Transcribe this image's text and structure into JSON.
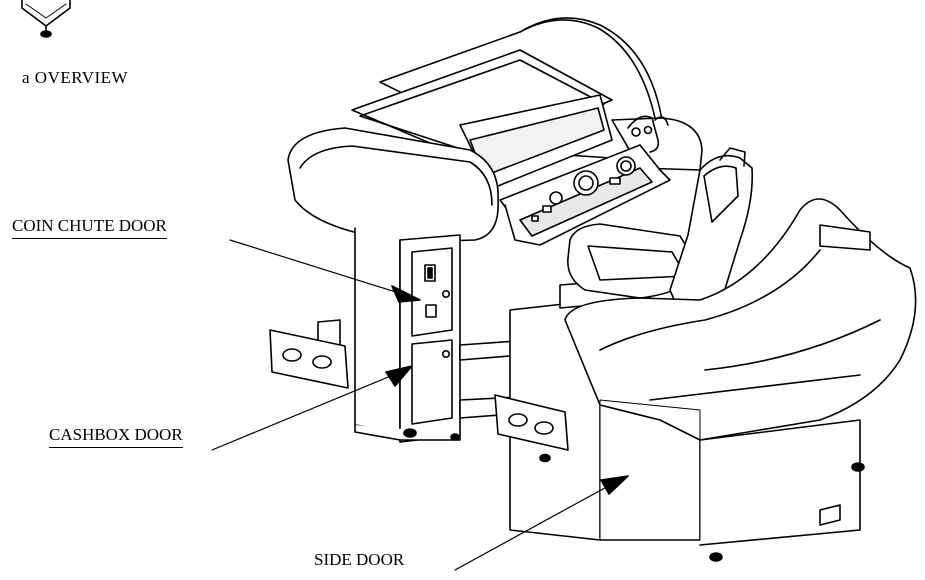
{
  "figure": {
    "caption": "a  OVERVIEW"
  },
  "labels": {
    "coin_chute_door": "COIN CHUTE DOOR",
    "cashbox_door": "CASHBOX DOOR",
    "side_door": "SIDE DOOR"
  }
}
